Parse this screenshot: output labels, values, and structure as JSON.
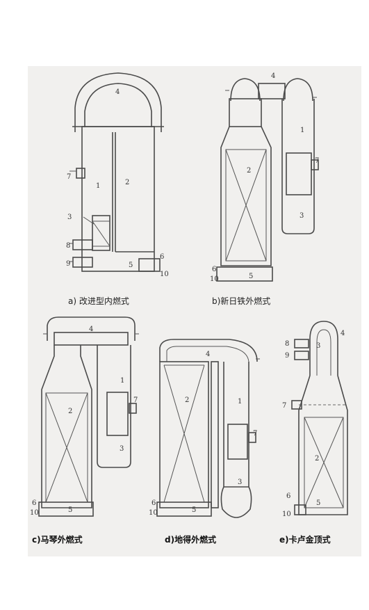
{
  "captions": {
    "a": "a) 改进型内燃式",
    "b": "b)新日铁外燃式",
    "c": "c)马琴外燃式",
    "d": "d)地得外燃式",
    "e": "e)卡卢金顶式"
  },
  "labels": {
    "a": {
      "l4": "4",
      "l7": "7",
      "l1": "1",
      "l2": "2",
      "l3": "3",
      "l8": "8",
      "l9": "9",
      "l5": "5",
      "l6": "6",
      "l10": "10"
    },
    "b": {
      "l4": "4",
      "l1": "1",
      "l2": "2",
      "l7": "7",
      "l3": "3",
      "l6": "6",
      "l10": "10",
      "l5": "5"
    },
    "c": {
      "l4": "4",
      "l1": "1",
      "l2": "2",
      "l7": "7",
      "l3": "3",
      "l6": "6",
      "l10": "10",
      "l5": "5"
    },
    "d": {
      "l4": "4",
      "l2": "2",
      "l1": "1",
      "l7": "7",
      "l3": "3",
      "l6": "6",
      "l10": "10",
      "l5": "5"
    },
    "e": {
      "l4": "4",
      "l8": "8",
      "l3": "3",
      "l9": "9",
      "l7": "7",
      "l2": "2",
      "l6": "6",
      "l5": "5",
      "l10": "10"
    }
  }
}
